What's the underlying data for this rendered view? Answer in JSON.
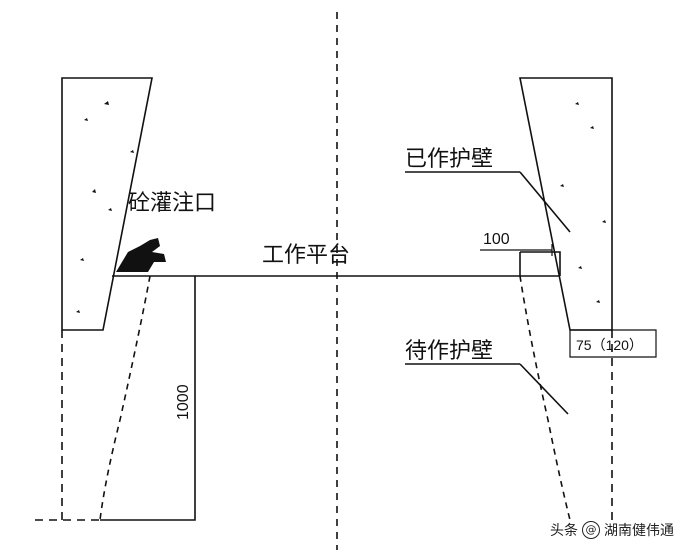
{
  "labels": {
    "pour_inlet": "砼灌注口",
    "work_platform": "工作平台",
    "built_wall": "已作护壁",
    "pending_wall": "待作护壁",
    "dim_100": "100",
    "dim_1000": "1000",
    "dim_75": "75（120）"
  },
  "watermark": {
    "prefix": "头条",
    "at_symbol": "@",
    "account": "湖南健伟通"
  }
}
